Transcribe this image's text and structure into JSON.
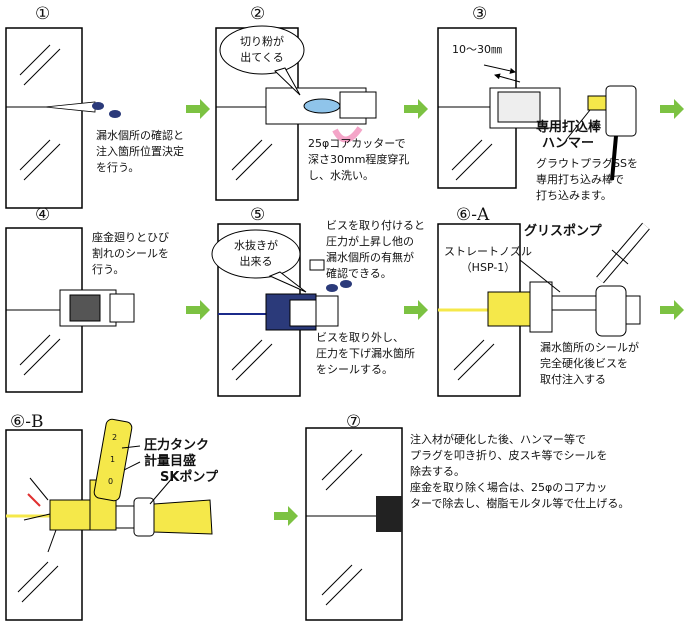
{
  "steps": [
    {
      "id": "①",
      "desc": "漏水個所の確認と\n注入箇所位置決定\nを行う。"
    },
    {
      "id": "②",
      "bubble": "切り粉が\n出てくる",
      "desc": "25φコアカッターで\n深さ30mm程度穿孔\nし、水洗い。"
    },
    {
      "id": "③",
      "dim": "10～30㎜",
      "label1": "専用打込棒",
      "label2": "ハンマー",
      "desc": "グラウトプラグSSを\n専用打ち込み棒で\n打ち込みます。"
    },
    {
      "id": "④",
      "desc": "座金廻りとひび\n割れのシールを\n行う。"
    },
    {
      "id": "⑤",
      "bubble": "水抜きが\n出来る",
      "desc_top": "ビスを取り付けると\n圧力が上昇し他の\n漏水個所の有無が\n確認できる。",
      "desc_bottom": "ビスを取り外し、\n圧力を下げ漏水箇所\nをシールする。"
    },
    {
      "id": "⑥-A",
      "label1": "グリスポンプ",
      "label2": "ストレートノズル\n（HSP-1）",
      "desc": "漏水箇所のシールが\n完全硬化後ビスを\n取付注入する"
    },
    {
      "id": "⑥-B",
      "label1": "圧力タンク",
      "label2": "計量目盛",
      "label3": "SKポンプ",
      "scale": [
        "2",
        "1",
        "0"
      ]
    },
    {
      "id": "⑦",
      "desc": "注入材が硬化した後、ハンマー等で\nプラグを叩き折り、皮スキ等でシールを\n除去する。\n座金を取り除く場合は、25φのコアカッ\nターで除去し、樹脂モルタル等で仕上げる。"
    }
  ],
  "colors": {
    "arrow": "#7cc242",
    "yellow": "#f5e84a",
    "navy": "#2b3a7a",
    "pink": "#f4a5c8",
    "blue": "#8fc4ea"
  }
}
